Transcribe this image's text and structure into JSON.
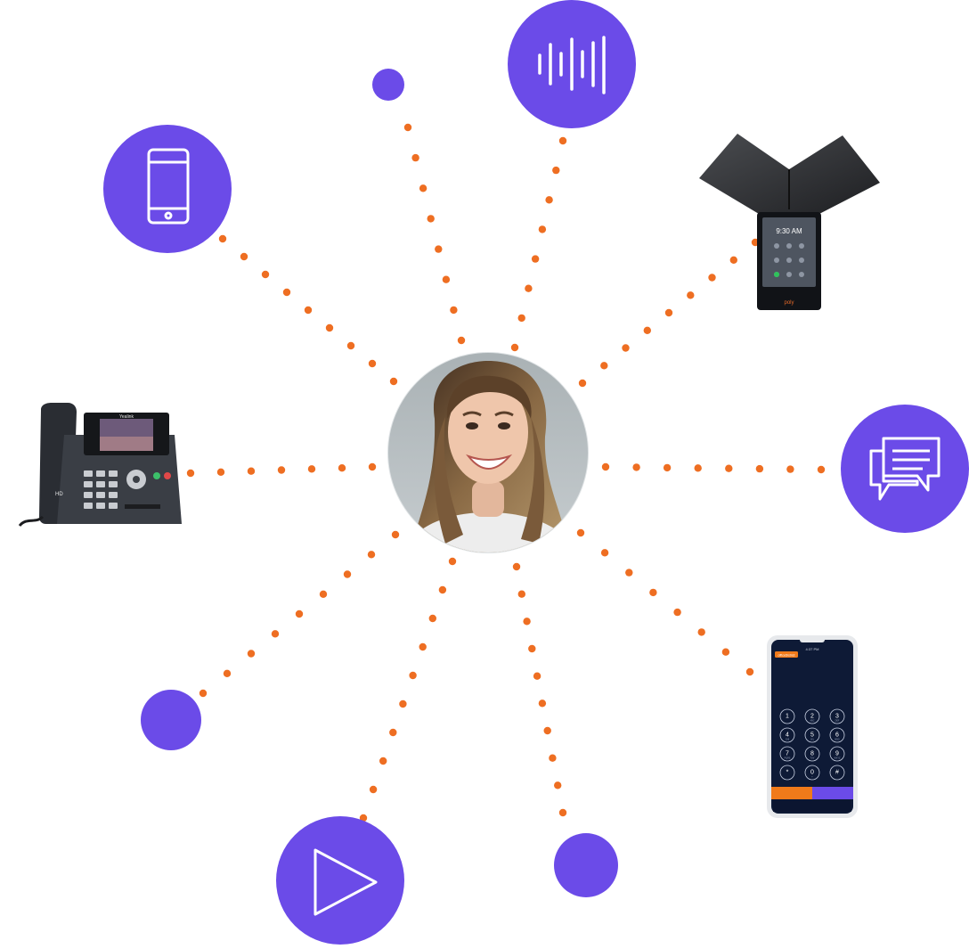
{
  "colors": {
    "accent_purple": "#6B4BE8",
    "connector_orange": "#EE6E22",
    "icon_white": "#FFFFFF",
    "device_dark": "#2A2D33",
    "phone_screen_navy": "#0E1A36",
    "phone_button_orange": "#F07A1A"
  },
  "center": {
    "avatar": "smiling-woman-portrait"
  },
  "nodes": [
    {
      "name": "sound-wave-node",
      "icon": "sound-wave-icon"
    },
    {
      "name": "small-dot-node-top",
      "icon": ""
    },
    {
      "name": "mobile-phone-node",
      "icon": "mobile-phone-icon"
    },
    {
      "name": "conference-phone-device",
      "icon": "conference-speakerphone-image"
    },
    {
      "name": "chat-node",
      "icon": "chat-bubbles-icon"
    },
    {
      "name": "softphone-app-device",
      "icon": "smartphone-dialer-image"
    },
    {
      "name": "small-dot-node-bottom-right",
      "icon": ""
    },
    {
      "name": "play-node",
      "icon": "play-icon"
    },
    {
      "name": "small-dot-node-bottom-left",
      "icon": ""
    },
    {
      "name": "desk-phone-device",
      "icon": "desk-ip-phone-image"
    }
  ],
  "desk_phone": {
    "brand": "Yealink",
    "badge": "HD"
  },
  "conference_phone": {
    "screen_time": "9:30 AM",
    "brand": "poly"
  },
  "softphone": {
    "status_time": "4:37 PM",
    "brand_chip": "officeDistrict",
    "keys": [
      "1",
      "2",
      "3",
      "4",
      "5",
      "6",
      "7",
      "8",
      "9",
      "*",
      "0",
      "#"
    ],
    "key_subs": [
      "",
      "ABC",
      "DEF",
      "GHI",
      "JKL",
      "MNO",
      "PQRS",
      "TUV",
      "WXYZ",
      "",
      "+",
      ""
    ]
  }
}
